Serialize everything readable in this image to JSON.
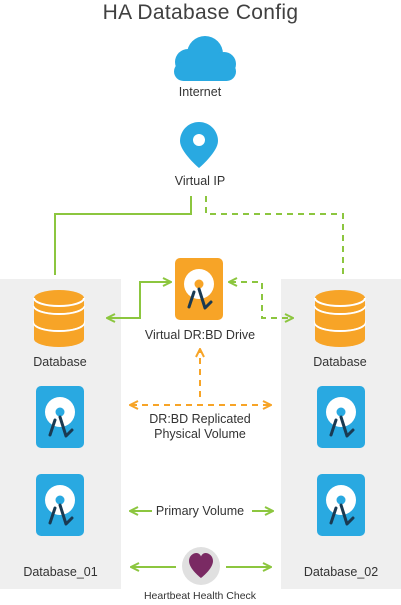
{
  "title": "HA Database Config",
  "labels": {
    "internet": "Internet",
    "virtual_ip": "Virtual IP",
    "database_left": "Database",
    "database_right": "Database",
    "virtual_drive": "Virtual DR:BD Drive",
    "replicated_line1": "DR:BD Replicated",
    "replicated_line2": "Physical Volume",
    "primary_volume": "Primary Volume",
    "database_01": "Database_01",
    "database_02": "Database_02",
    "heartbeat": "Heartbeat Health Check"
  },
  "colors": {
    "green": "#8cc63f",
    "orange": "#f7a427",
    "blue": "#29a9e1",
    "dark_navy": "#1a3a52",
    "heart": "#7a2a63",
    "heart_circle": "#e0e0e0",
    "panel": "#efefef"
  },
  "icons": {
    "cloud": "cloud-icon",
    "location": "location-pin-icon",
    "database": "database-icon",
    "hard_drive": "hard-drive-icon",
    "heart": "heart-icon"
  }
}
